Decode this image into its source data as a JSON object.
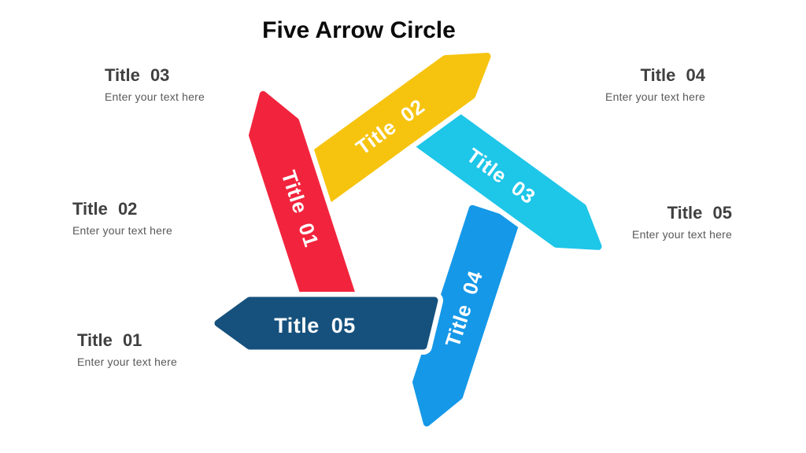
{
  "slide": {
    "title": "Five Arrow Circle",
    "background": "#ffffff"
  },
  "arrows": [
    {
      "label": "Title 01",
      "color": "#F2243D"
    },
    {
      "label": "Title 02",
      "color": "#F6C40F"
    },
    {
      "label": "Title 03",
      "color": "#1EC6E8"
    },
    {
      "label": "Title 04",
      "color": "#1598E8"
    },
    {
      "label": "Title 05",
      "color": "#16517D"
    }
  ],
  "labels": {
    "top_left": {
      "title": "Title 03",
      "text": "Enter your text here"
    },
    "top_right": {
      "title": "Title 04",
      "text": "Enter your text here"
    },
    "mid_left": {
      "title": "Title 02",
      "text": "Enter your text here"
    },
    "mid_right": {
      "title": "Title 05",
      "text": "Enter your text here"
    },
    "bottom_left": {
      "title": "Title 01",
      "text": "Enter your text here"
    }
  },
  "text_colors": {
    "slide_title": "#0b0b0b",
    "label_title": "#404040",
    "label_text": "#595959",
    "arrow_text": "#ffffff"
  }
}
